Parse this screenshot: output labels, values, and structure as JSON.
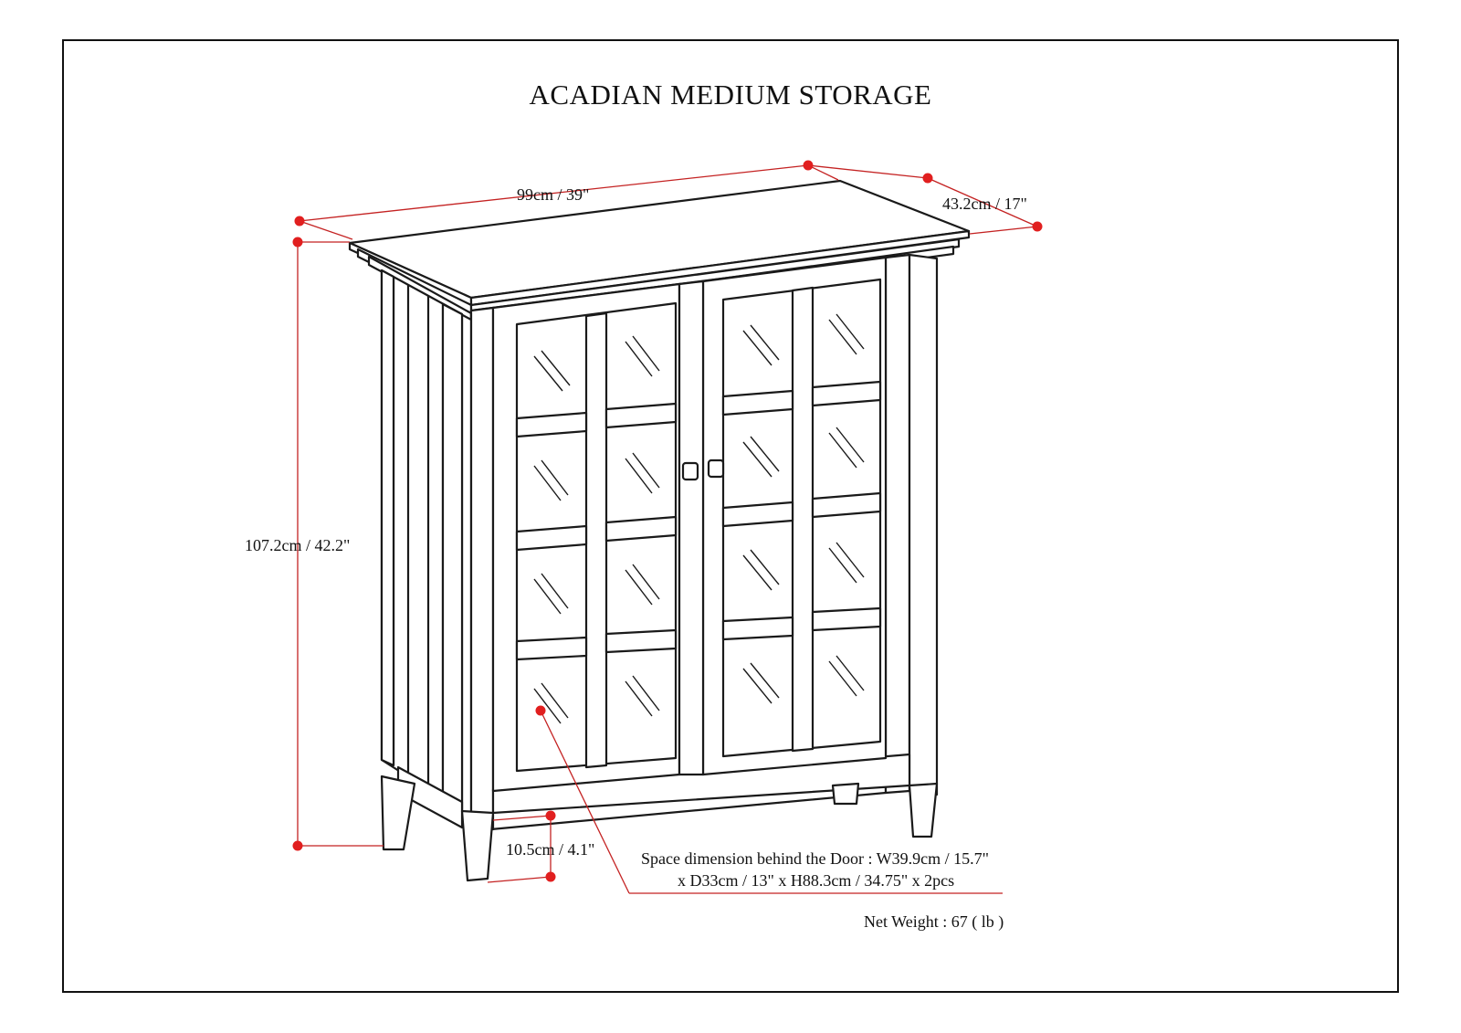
{
  "title": "ACADIAN MEDIUM STORAGE",
  "dimensions": {
    "width": "99cm / 39\"",
    "depth": "43.2cm / 17\"",
    "height": "107.2cm / 42.2\"",
    "clearance": "10.5cm / 4.1\""
  },
  "space_note": {
    "line1": "Space dimension behind the Door  : W39.9cm / 15.7\"",
    "line2": "x D33cm / 13\" x H88.3cm / 34.75\" x 2pcs"
  },
  "net_weight": "Net Weight : 67 ( lb )",
  "colors": {
    "dimension_line": "#c42222",
    "dimension_dot": "#e11f1f",
    "ink": "#1a1a1a"
  }
}
